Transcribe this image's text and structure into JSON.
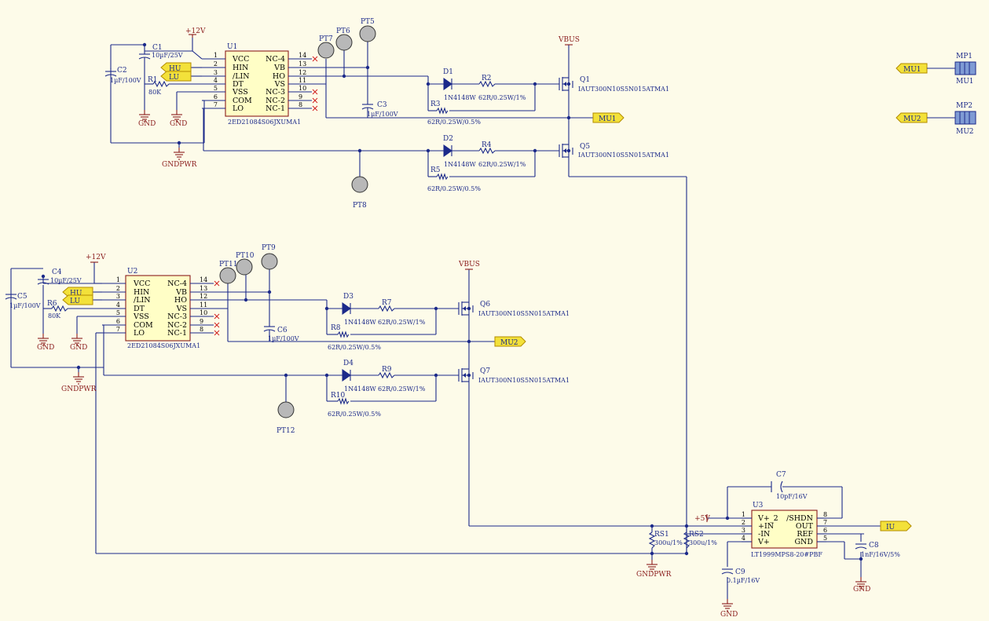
{
  "schematic": {
    "u1": {
      "ref": "U1",
      "part": "2ED21084S06JXUMA1",
      "left_pins": [
        {
          "num": "1",
          "name": "VCC"
        },
        {
          "num": "2",
          "name": "HIN"
        },
        {
          "num": "3",
          "name": "/LIN"
        },
        {
          "num": "4",
          "name": "DT"
        },
        {
          "num": "5",
          "name": "VSS"
        },
        {
          "num": "6",
          "name": "COM"
        },
        {
          "num": "7",
          "name": "LO"
        }
      ],
      "right_pins": [
        {
          "num": "14",
          "name": "NC-4"
        },
        {
          "num": "13",
          "name": "VB"
        },
        {
          "num": "12",
          "name": "HO"
        },
        {
          "num": "11",
          "name": "VS"
        },
        {
          "num": "10",
          "name": "NC-3"
        },
        {
          "num": "9",
          "name": "NC-2"
        },
        {
          "num": "8",
          "name": "NC-1"
        }
      ]
    },
    "u2": {
      "ref": "U2",
      "part": "2ED21084S06JXUMA1",
      "left_pins": [
        {
          "num": "1",
          "name": "VCC"
        },
        {
          "num": "2",
          "name": "HIN"
        },
        {
          "num": "3",
          "name": "/LIN"
        },
        {
          "num": "4",
          "name": "DT"
        },
        {
          "num": "5",
          "name": "VSS"
        },
        {
          "num": "6",
          "name": "COM"
        },
        {
          "num": "7",
          "name": "LO"
        }
      ],
      "right_pins": [
        {
          "num": "14",
          "name": "NC-4"
        },
        {
          "num": "13",
          "name": "VB"
        },
        {
          "num": "12",
          "name": "HO"
        },
        {
          "num": "11",
          "name": "VS"
        },
        {
          "num": "10",
          "name": "NC-3"
        },
        {
          "num": "9",
          "name": "NC-2"
        },
        {
          "num": "8",
          "name": "NC-1"
        }
      ]
    },
    "u3": {
      "ref": "U3",
      "part": "LT1999MPS8-20#PBF",
      "left_pins": [
        {
          "num": "1",
          "name": "V+_2"
        },
        {
          "num": "2",
          "name": "+IN"
        },
        {
          "num": "3",
          "name": "-IN"
        },
        {
          "num": "4",
          "name": "V+"
        }
      ],
      "right_pins": [
        {
          "num": "8",
          "name": "/SHDN"
        },
        {
          "num": "7",
          "name": "OUT"
        },
        {
          "num": "6",
          "name": "REF"
        },
        {
          "num": "5",
          "name": "GND"
        }
      ]
    },
    "caps": {
      "c1": {
        "ref": "C1",
        "val": "10µF/25V"
      },
      "c2": {
        "ref": "C2",
        "val": "1µF/100V"
      },
      "c3": {
        "ref": "C3",
        "val": "1µF/100V"
      },
      "c4": {
        "ref": "C4",
        "val": "10µF/25V"
      },
      "c5": {
        "ref": "C5",
        "val": "1µF/100V"
      },
      "c6": {
        "ref": "C6",
        "val": "1µF/100V"
      },
      "c7": {
        "ref": "C7",
        "val": "10pF/16V"
      },
      "c8": {
        "ref": "C8",
        "val": "1nF/16V/5%"
      },
      "c9": {
        "ref": "C9",
        "val": "0.1µF/16V"
      }
    },
    "resistors": {
      "r1": {
        "ref": "R1",
        "val": "80K"
      },
      "r2": {
        "ref": "R2",
        "val": "62R/0.25W/1%"
      },
      "r3": {
        "ref": "R3",
        "val": "62R/0.25W/0.5%"
      },
      "r4": {
        "ref": "R4",
        "val": "62R/0.25W/1%"
      },
      "r5": {
        "ref": "R5",
        "val": "62R/0.25W/0.5%"
      },
      "r6": {
        "ref": "R6",
        "val": "80K"
      },
      "r7": {
        "ref": "R7",
        "val": "62R/0.25W/1%"
      },
      "r8": {
        "ref": "R8",
        "val": "62R/0.25W/0.5%"
      },
      "r9": {
        "ref": "R9",
        "val": "62R/0.25W/1%"
      },
      "r10": {
        "ref": "R10",
        "val": "62R/0.25W/0.5%"
      },
      "rs1": {
        "ref": "RS1",
        "val": "300u/1%"
      },
      "rs2": {
        "ref": "RS2",
        "val": "300u/1%"
      }
    },
    "diodes": {
      "d1": {
        "ref": "D1",
        "val": "1N4148W"
      },
      "d2": {
        "ref": "D2",
        "val": "1N4148W"
      },
      "d3": {
        "ref": "D3",
        "val": "1N4148W"
      },
      "d4": {
        "ref": "D4",
        "val": "1N4148W"
      }
    },
    "mosfets": {
      "q1": {
        "ref": "Q1",
        "val": "IAUT300N10S5N015ATMA1"
      },
      "q5": {
        "ref": "Q5",
        "val": "IAUT300N10S5N015ATMA1"
      },
      "q6": {
        "ref": "Q6",
        "val": "IAUT300N10S5N015ATMA1"
      },
      "q7": {
        "ref": "Q7",
        "val": "IAUT300N10S5N015ATMA1"
      }
    },
    "testpoints": {
      "pt5": "PT5",
      "pt6": "PT6",
      "pt7": "PT7",
      "pt8": "PT8",
      "pt9": "PT9",
      "pt10": "PT10",
      "pt11": "PT11",
      "pt12": "PT12"
    },
    "power": {
      "p12v_1": "+12V",
      "p12v_2": "+12V",
      "vbus_1": "VBUS",
      "vbus_2": "VBUS",
      "p5v": "+5V",
      "gnd": "GND",
      "gndpwr": "GNDPWR"
    },
    "ports": {
      "hu": "HU",
      "lu": "LU",
      "mu1": "MU1",
      "mu2": "MU2",
      "iu": "IU"
    },
    "connectors": {
      "mp1": {
        "ref": "MP1",
        "net": "MU1"
      },
      "mp2": {
        "ref": "MP2",
        "net": "MU2"
      }
    }
  }
}
